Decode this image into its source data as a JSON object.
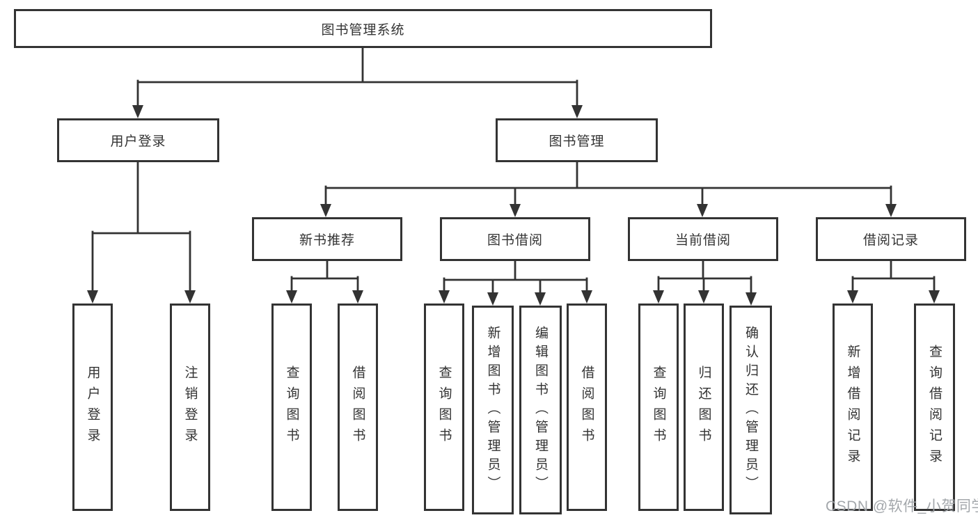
{
  "watermark": {
    "text": "CSDN @软件_小贺同学"
  },
  "colors": {
    "line": "#333333",
    "box_fill": "#ffffff",
    "text": "#333333",
    "watermark": "#9ea2a7"
  },
  "tree": {
    "root": "图书管理系统",
    "children": [
      {
        "label": "用户登录",
        "children": [
          "用户登录",
          "注销登录"
        ]
      },
      {
        "label": "图书管理",
        "children": [
          {
            "label": "新书推荐",
            "children": [
              "查询图书",
              "借阅图书"
            ]
          },
          {
            "label": "图书借阅",
            "children": [
              "查询图书",
              "新增图书（管理员）",
              "编辑图书（管理员）",
              "借阅图书"
            ]
          },
          {
            "label": "当前借阅",
            "children": [
              "查询图书",
              "归还图书",
              "确认归还（管理员）"
            ]
          },
          {
            "label": "借阅记录",
            "children": [
              "新增借阅记录",
              "查询借阅记录"
            ]
          }
        ]
      }
    ]
  }
}
